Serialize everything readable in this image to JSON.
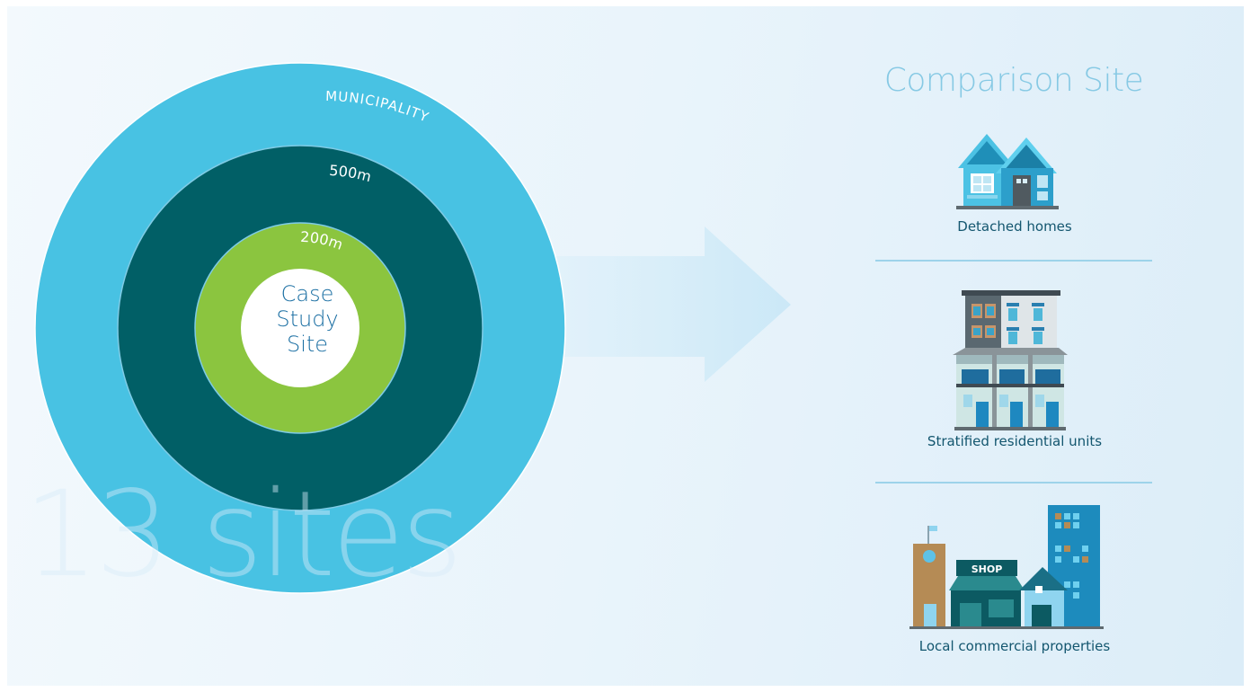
{
  "diagram": {
    "center_label_lines": [
      "Case",
      "Study",
      "Site"
    ],
    "ring_labels": {
      "inner": "200m",
      "middle": "500m",
      "outer": "MUNICIPALITY"
    },
    "site_count_text": "13 sites",
    "colors": {
      "outer_ring": "#48c2e3",
      "middle_ring": "#015f66",
      "inner_ring": "#8bc53f",
      "center": "#ffffff",
      "arrow": "#cde9f7",
      "title": "#86c9e4",
      "label_text": "#13566f"
    }
  },
  "comparison": {
    "title": "Comparison Site",
    "items": [
      {
        "label": "Detached homes",
        "icon": "detached-houses-icon"
      },
      {
        "label": "Stratified residential units",
        "icon": "apartment-building-icon"
      },
      {
        "label": "Local commercial properties",
        "icon": "commercial-buildings-icon"
      }
    ]
  }
}
